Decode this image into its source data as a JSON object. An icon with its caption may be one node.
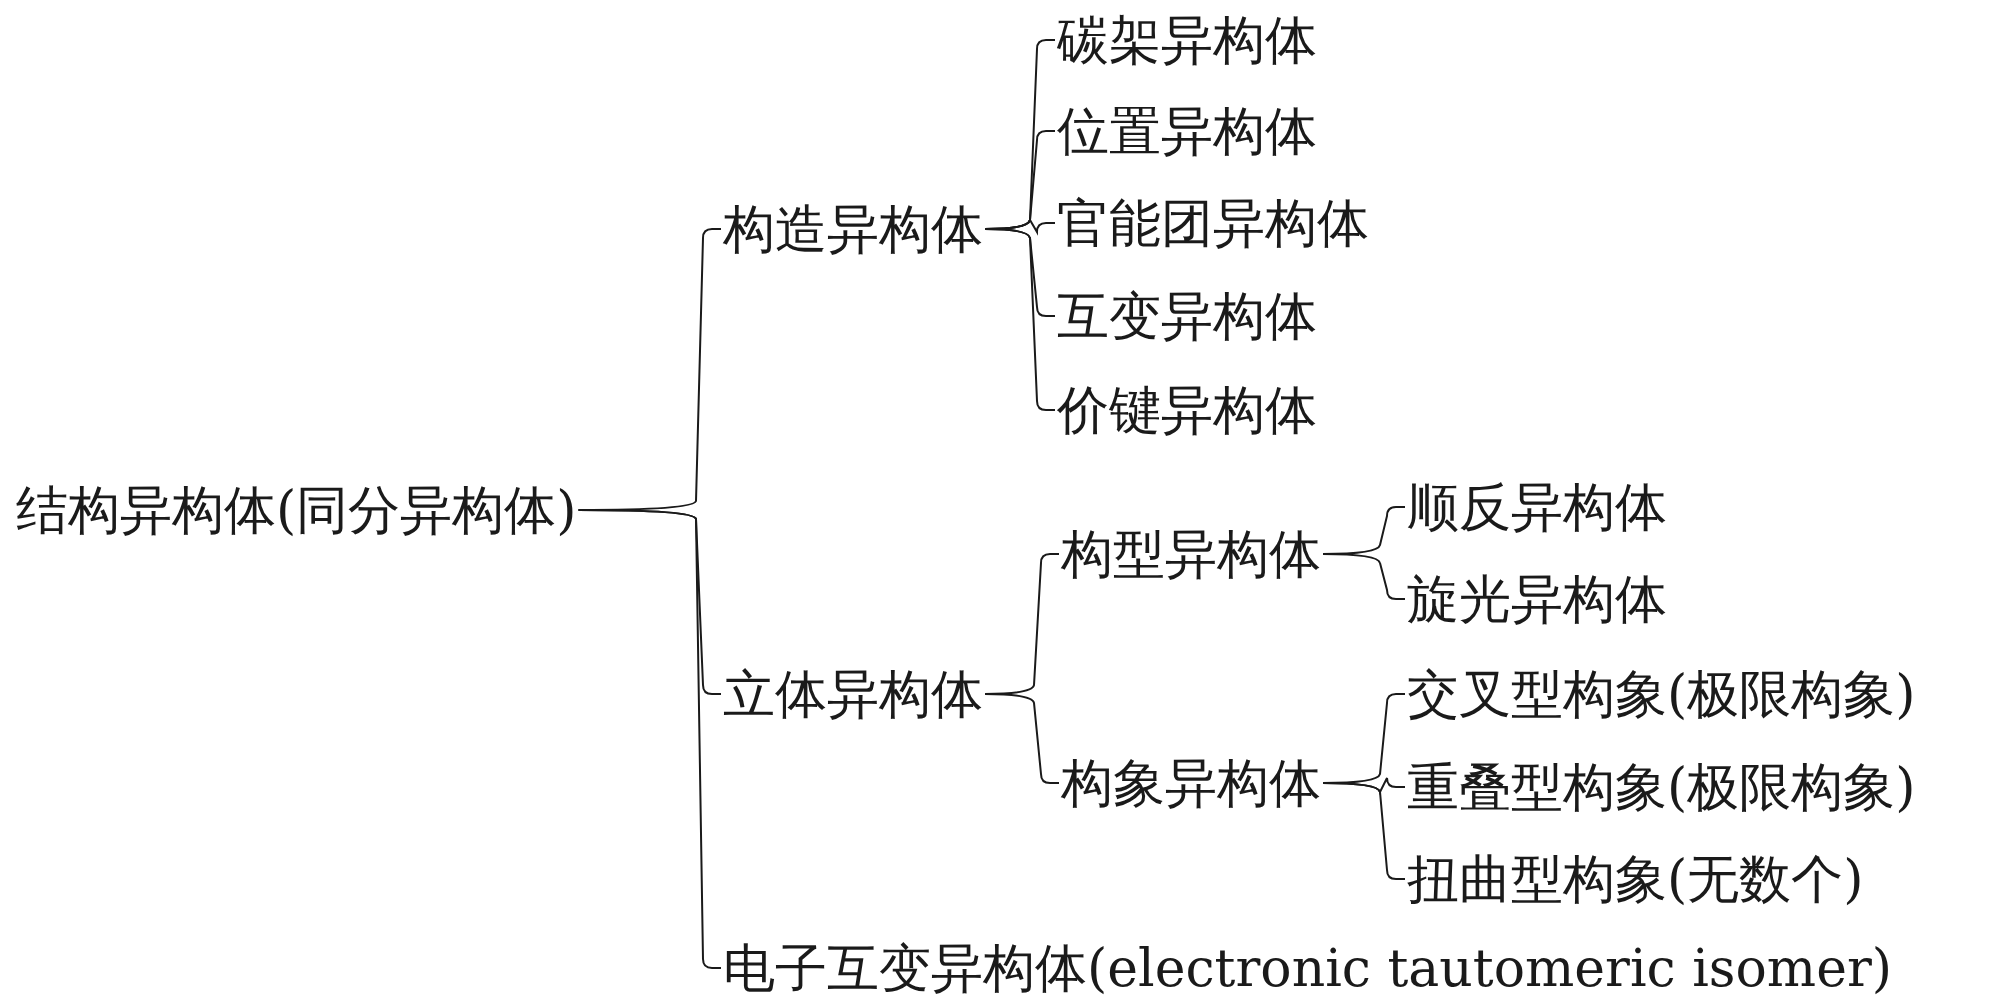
{
  "diagram": {
    "nodes": [
      {
        "text": [
          "结构异构体(同分异构体)"
        ]
      },
      {
        "text": [
          "构造异构体"
        ]
      },
      {
        "text": [
          "碳架异构体"
        ]
      },
      {
        "text": [
          "位置异构体"
        ]
      },
      {
        "text": [
          "官能团异构体"
        ]
      },
      {
        "text": [
          "互变异构体"
        ]
      },
      {
        "text": [
          "价键异构体"
        ]
      },
      {
        "text": [
          "立体异构体"
        ]
      },
      {
        "text": [
          "构型异构体"
        ]
      },
      {
        "text": [
          "顺反异构体"
        ]
      },
      {
        "text": [
          "旋光异构体"
        ]
      },
      {
        "text": [
          "构象异构体"
        ]
      },
      {
        "text": [
          "交叉型构象(极限构象)"
        ]
      },
      {
        "text": [
          "重叠型构象(极限构象)"
        ]
      },
      {
        "text": [
          "扭曲型构象(无数个)"
        ]
      },
      {
        "text": [
          "电子互变异构体(electronic tautomeric isomer)"
        ]
      }
    ],
    "edges": [
      {
        "from": 0,
        "to": 1,
        "arrow": "none"
      },
      {
        "from": 0,
        "to": 7,
        "arrow": "none"
      },
      {
        "from": 0,
        "to": 15,
        "arrow": "none"
      },
      {
        "from": 1,
        "to": 2,
        "arrow": "none"
      },
      {
        "from": 1,
        "to": 3,
        "arrow": "none"
      },
      {
        "from": 1,
        "to": 4,
        "arrow": "none"
      },
      {
        "from": 1,
        "to": 5,
        "arrow": "none"
      },
      {
        "from": 1,
        "to": 6,
        "arrow": "none"
      },
      {
        "from": 7,
        "to": 8,
        "arrow": "none"
      },
      {
        "from": 7,
        "to": 11,
        "arrow": "none"
      },
      {
        "from": 8,
        "to": 9,
        "arrow": "none"
      },
      {
        "from": 8,
        "to": 10,
        "arrow": "none"
      },
      {
        "from": 11,
        "to": 12,
        "arrow": "none"
      },
      {
        "from": 11,
        "to": 13,
        "arrow": "none"
      },
      {
        "from": 11,
        "to": 14,
        "arrow": "none"
      }
    ]
  }
}
